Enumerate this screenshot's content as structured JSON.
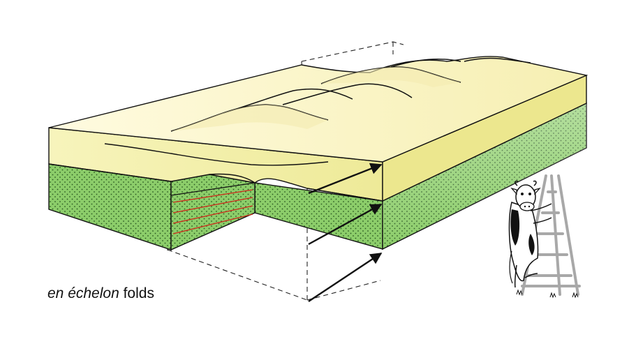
{
  "caption": {
    "italic_part": "en échelon",
    "plain_part": " folds"
  },
  "colors": {
    "upper_layer_top": "#fbf4c2",
    "upper_layer_front": "#f1ee9e",
    "lower_layer": "#8ccd6a",
    "cut_lines": "#cc2a1a",
    "outline": "#111111",
    "ladder": "#a8a8a8"
  },
  "icons": [
    "dip-arrow",
    "cow-on-ladder-icon"
  ]
}
